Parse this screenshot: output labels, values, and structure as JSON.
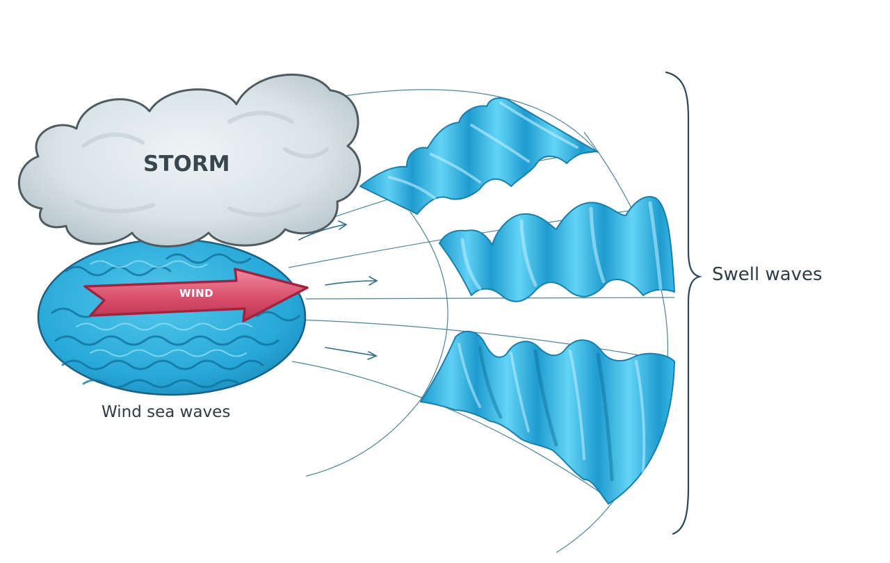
{
  "labels": {
    "storm": "STORM",
    "wind": "WIND",
    "wind_sea_waves": "Wind sea waves",
    "swell_waves": "Swell waves"
  },
  "colors": {
    "cloud_fill": "#d8e2e6",
    "cloud_outline": "#4f5b60",
    "ocean_blue": "#2aa8d6",
    "wave_blue": "#29aee0",
    "wave_outline": "#1a7fa8",
    "arrow_red": "#d1445f",
    "arrow_outline": "#9e2440",
    "guide_line": "#2f6d86",
    "text": "#2f3b43"
  },
  "icons": {
    "cloud": "storm-cloud-icon",
    "wind_arrow": "wind-arrow-icon",
    "bracket": "curly-brace-icon"
  }
}
